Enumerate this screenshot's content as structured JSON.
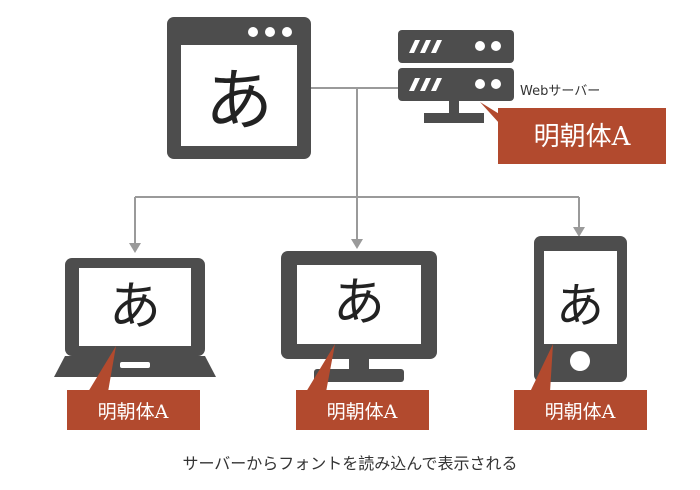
{
  "glyph": "あ",
  "server": {
    "label": "Webサーバー",
    "font_name": "明朝体A"
  },
  "devices": [
    {
      "font_name": "明朝体A"
    },
    {
      "font_name": "明朝体A"
    },
    {
      "font_name": "明朝体A"
    }
  ],
  "caption": "サーバーからフォントを読み込んで表示される",
  "colors": {
    "device": "#4d4d4d",
    "callout": "#b24a2e",
    "connector": "#9a9a9a"
  }
}
